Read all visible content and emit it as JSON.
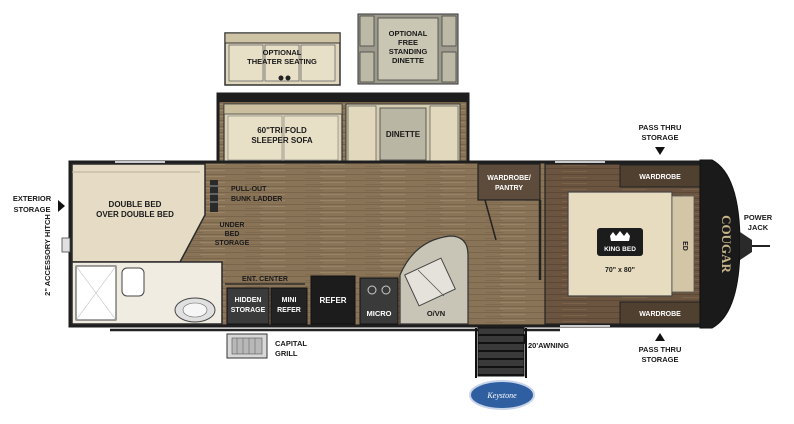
{
  "labels": {
    "exterior_storage": [
      "EXTERIOR",
      "STORAGE"
    ],
    "accessory_hitch": "2\" ACCESSORY HITCH",
    "double_bed": [
      "DOUBLE BED",
      "OVER DOUBLE BED"
    ],
    "pull_out_bunk_ladder": [
      "PULL-OUT",
      "BUNK LADDER"
    ],
    "under_bed_storage": [
      "UNDER",
      "BED",
      "STORAGE"
    ],
    "ent_center": "ENT. CENTER",
    "hidden_storage": [
      "HIDDEN",
      "STORAGE"
    ],
    "mini_refer": [
      "MINI",
      "REFER"
    ],
    "refer": "REFER",
    "micro": "MICRO",
    "ovn": "O/VN",
    "capital_grill": [
      "CAPITAL",
      "GRILL"
    ],
    "awning": "20'AWNING",
    "theater_seating": [
      "OPTIONAL",
      "THEATER SEATING"
    ],
    "free_standing_dinette": [
      "OPTIONAL",
      "FREE",
      "STANDING",
      "DINETTE"
    ],
    "sleeper_sofa": [
      "60\"TRI FOLD",
      "SLEEPER SOFA"
    ],
    "dinette": "DINETTE",
    "wardrobe_pantry": [
      "WARDROBE/",
      "PANTRY"
    ],
    "wardrobe_top": "WARDROBE",
    "wardrobe_bottom": "WARDROBE",
    "pass_thru_top": [
      "PASS THRU",
      "STORAGE"
    ],
    "pass_thru_bottom": [
      "PASS THRU",
      "STORAGE"
    ],
    "king_bed": "KING BED",
    "king_size": "70\" x 80\"",
    "ed": "ED",
    "power_jack": [
      "POWER",
      "JACK"
    ],
    "brand": "COUGAR",
    "badge": "Keystone"
  },
  "colors": {
    "floor": "#8a7458",
    "wall": "#1e1e1e",
    "bedroom_floor": "#6b5540",
    "bed": "#e8dcc0",
    "sofa": "#ddd3b8",
    "appliance": "#232323",
    "badge": "#2f5fa0"
  }
}
